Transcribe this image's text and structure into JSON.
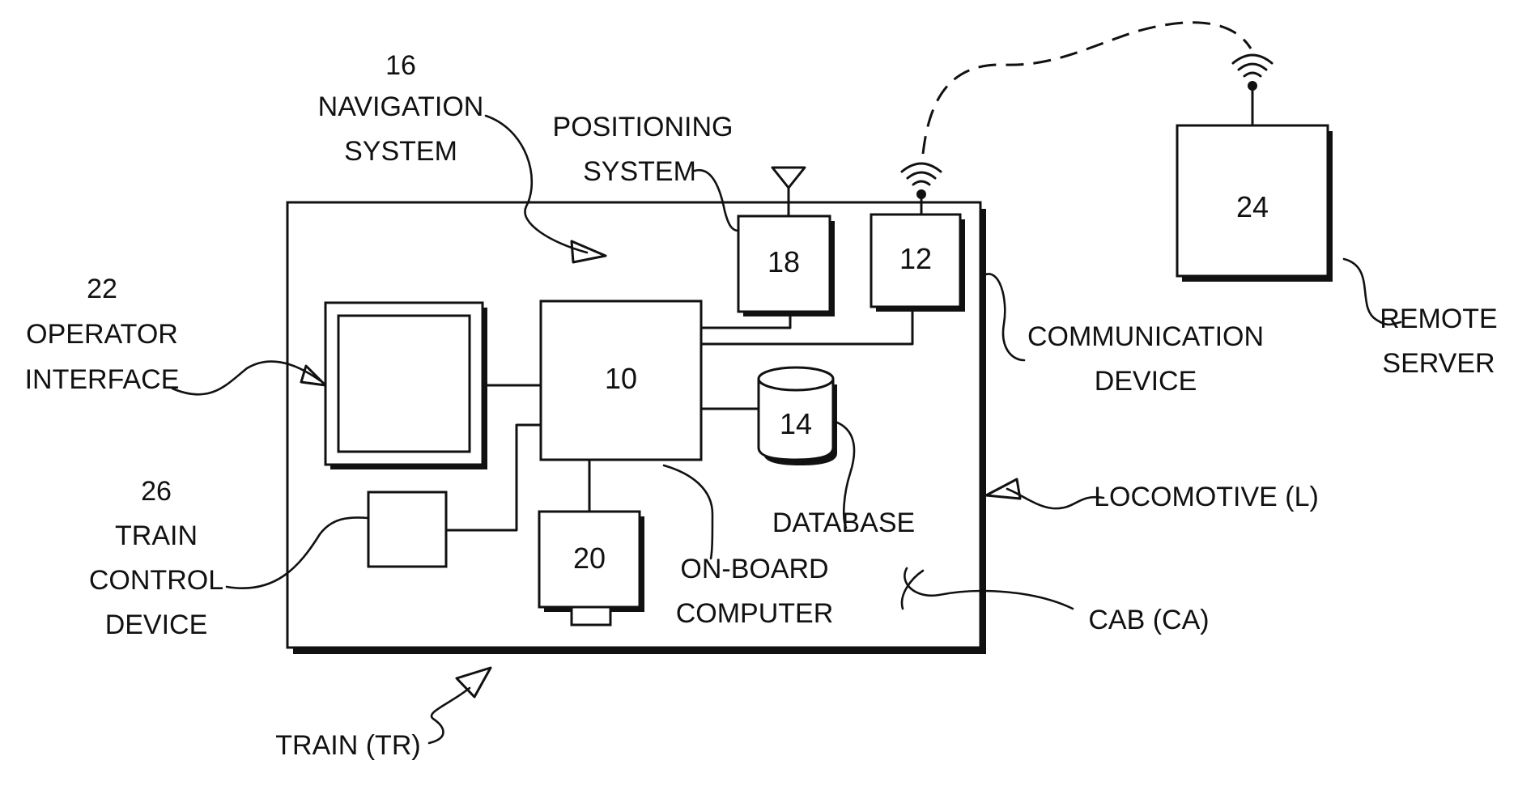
{
  "labels": {
    "nav_number": "16",
    "nav_line1": "NAVIGATION",
    "nav_line2": "SYSTEM",
    "pos_line1": "POSITIONING",
    "pos_line2": "SYSTEM",
    "op_number": "22",
    "op_line1": "OPERATOR",
    "op_line2": "INTERFACE",
    "tc_number": "26",
    "tc_line1": "TRAIN",
    "tc_line2": "CONTROL",
    "tc_line3": "DEVICE",
    "comm_line1": "COMMUNICATION",
    "comm_line2": "DEVICE",
    "remote_line1": "REMOTE",
    "remote_line2": "SERVER",
    "locomotive": "LOCOMOTIVE (L)",
    "database": "DATABASE",
    "obc_line1": "ON-BOARD",
    "obc_line2": "COMPUTER",
    "cab": "CAB (CA)",
    "train": "TRAIN (TR)"
  },
  "blocks": {
    "computer": "10",
    "comm_device": "12",
    "database": "14",
    "positioning": "18",
    "block_20": "20",
    "remote_server": "24"
  }
}
